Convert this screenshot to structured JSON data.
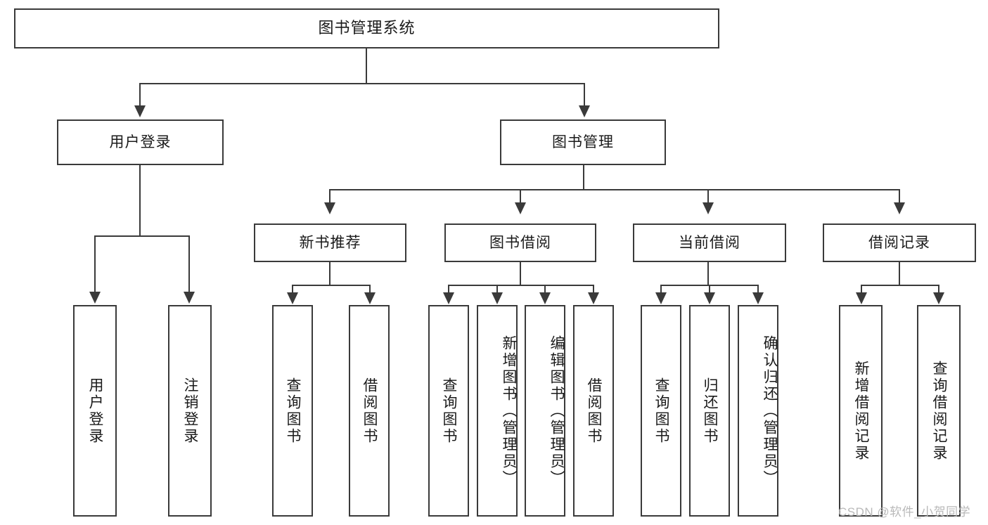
{
  "diagram": {
    "title": "图书管理系统",
    "type": "hierarchy-tree",
    "levels": {
      "root": {
        "label": "图书管理系统"
      },
      "level2": [
        {
          "id": "user-login",
          "label": "用户登录"
        },
        {
          "id": "book-management",
          "label": "图书管理"
        }
      ],
      "level3": [
        {
          "id": "new-book-recommend",
          "label": "新书推荐",
          "parent": "book-management"
        },
        {
          "id": "book-borrow",
          "label": "图书借阅",
          "parent": "book-management"
        },
        {
          "id": "current-borrow",
          "label": "当前借阅",
          "parent": "book-management"
        },
        {
          "id": "borrow-record",
          "label": "借阅记录",
          "parent": "book-management"
        }
      ],
      "leaves": [
        {
          "id": "leaf-user-login",
          "label": "用户登录",
          "parent": "user-login"
        },
        {
          "id": "leaf-logout",
          "label": "注销登录",
          "parent": "user-login"
        },
        {
          "id": "leaf-query-book-1",
          "label": "查询图书",
          "parent": "new-book-recommend"
        },
        {
          "id": "leaf-borrow-book-1",
          "label": "借阅图书",
          "parent": "new-book-recommend"
        },
        {
          "id": "leaf-query-book-2",
          "label": "查询图书",
          "parent": "book-borrow"
        },
        {
          "id": "leaf-add-book",
          "label": "新增图书（管理员）",
          "parent": "book-borrow"
        },
        {
          "id": "leaf-edit-book",
          "label": "编辑图书（管理员）",
          "parent": "book-borrow"
        },
        {
          "id": "leaf-borrow-book-2",
          "label": "借阅图书",
          "parent": "book-borrow"
        },
        {
          "id": "leaf-query-book-3",
          "label": "查询图书",
          "parent": "current-borrow"
        },
        {
          "id": "leaf-return-book",
          "label": "归还图书",
          "parent": "current-borrow"
        },
        {
          "id": "leaf-confirm-return",
          "label": "确认归还（管理员）",
          "parent": "current-borrow"
        },
        {
          "id": "leaf-add-record",
          "label": "新增借阅记录",
          "parent": "borrow-record"
        },
        {
          "id": "leaf-query-record",
          "label": "查询借阅记录",
          "parent": "borrow-record"
        }
      ]
    },
    "colors": {
      "stroke": "#3a3a3a",
      "fill": "#ffffff",
      "text": "#1a1a1a",
      "watermark": "#b9b9b9"
    }
  },
  "watermark": {
    "text": "CSDN @软件_小贺同学"
  }
}
